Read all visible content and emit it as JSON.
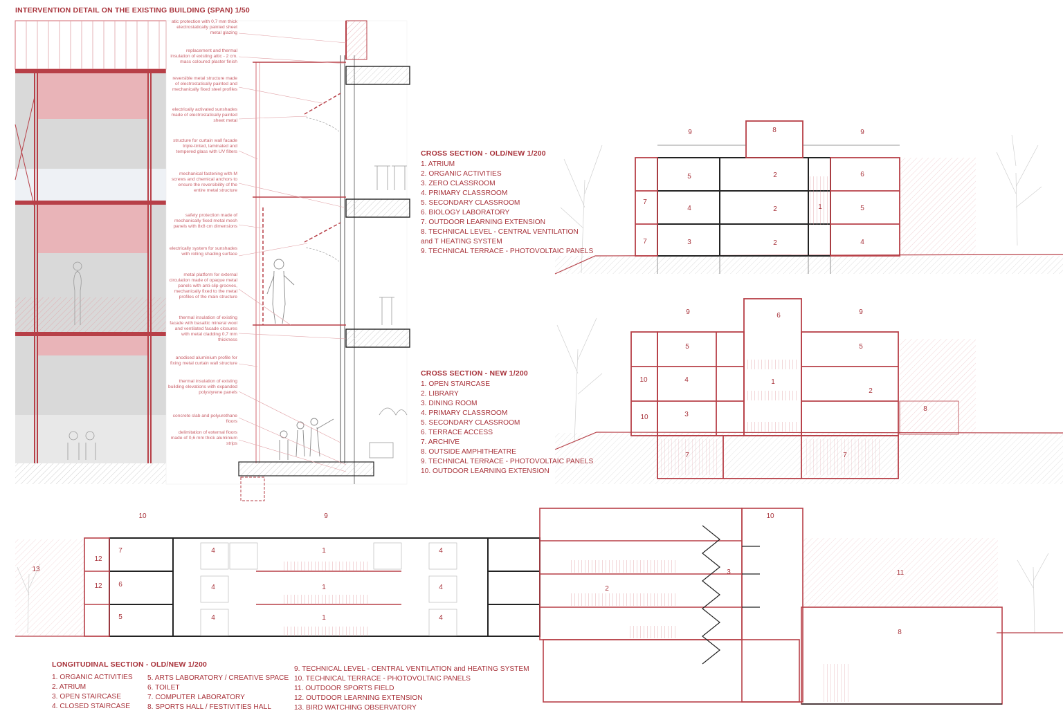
{
  "detail": {
    "title": "INTERVENTION DETAIL ON THE EXISTING BUILDING (SPAN) 1/50",
    "annotations": [
      "atic protection with 0,7 mm thick electrostatically painted sheet metal glazing",
      "replacement and thermal insulation of existing attic - 2 cm. mass coloured plaster finish",
      "reversible metal structure made of electrostatically painted and mechanically fixed steel profiles",
      "electrically activated sunshades made of electrostatically painted sheet metal",
      "structure for curtain wall facade triple-tinted, laminated and tempered glass with UV filters",
      "mechanical fastening with M screws and chemical anchors to ensure the reversibility of the entire metal structure",
      "safety protection made of mechanically fixed metal mesh panels with 8x8 cm dimensions",
      "electrically system for sunshades with rolling shading surface",
      "metal platform for external circulation made of opaque metal panels with anti-slip grooves, mechanically fixed to the metal profiles of the main structure",
      "thermal insulation of existing facade with basaltic mineral wool and ventilated facade closures with metal cladding 0,7 mm thickness",
      "anodised aluminium profile for fixing metal curtain wall structure",
      "thermal insulation of existing building elevations with expanded polystyrene panels",
      "concrete slab and polyurethane floors",
      "delimitation of external floors made of 0,6 mm thick aluminium strips"
    ]
  },
  "cross_old_new": {
    "title": "CROSS SECTION - OLD/NEW 1/200",
    "items": [
      "1.  ATRIUM",
      "2.  ORGANIC ACTIVITIES",
      "3.  ZERO CLASSROOM",
      "4.  PRIMARY CLASSROOM",
      "5.  SECONDARY CLASSROOM",
      "6.  BIOLOGY LABORATORY",
      "7.  OUTDOOR LEARNING EXTENSION",
      "8.  TECHNICAL LEVEL - CENTRAL VENTILATION",
      "     and T HEATING SYSTEM",
      "9.  TECHNICAL TERRACE - PHOTOVOLTAIC PANELS"
    ],
    "labels": [
      "9",
      "8",
      "9",
      "5",
      "2",
      "6",
      "1",
      "7",
      "4",
      "2",
      "5",
      "7",
      "3",
      "2",
      "4"
    ]
  },
  "cross_new": {
    "title": "CROSS SECTION - NEW 1/200",
    "items": [
      "1.  OPEN STAIRCASE",
      "2.  LIBRARY",
      "3.  DINING ROOM",
      "4.  PRIMARY CLASSROOM",
      "5.  SECONDARY CLASSROOM",
      "6.  TERRACE ACCESS",
      "7.  ARCHIVE",
      "8.  OUTSIDE AMPHITHEATRE",
      "9.  TECHNICAL TERRACE - PHOTOVOLTAIC PANELS",
      "10.  OUTDOOR LEARNING EXTENSION"
    ],
    "labels": [
      "9",
      "6",
      "9",
      "5",
      "5",
      "10",
      "4",
      "1",
      "2",
      "10",
      "3",
      "8",
      "7",
      "7"
    ]
  },
  "longitudinal": {
    "title": "LONGITUDINAL SECTION - OLD/NEW 1/200",
    "col1": [
      "1.  ORGANIC ACTIVITIES",
      "2.  ATRIUM",
      "3.  OPEN STAIRCASE",
      "4.  CLOSED STAIRCASE"
    ],
    "col2": [
      "5.  ARTS LABORATORY / CREATIVE SPACE",
      "6.  TOILET",
      "7.  COMPUTER LABORATORY",
      "8.  SPORTS HALL / FESTIVITIES HALL"
    ],
    "col3": [
      "9.  TECHNICAL LEVEL - CENTRAL VENTILATION and HEATING SYSTEM",
      "10.  TECHNICAL TERRACE - PHOTOVOLTAIC PANELS",
      "11.  OUTDOOR SPORTS FIELD",
      "12.  OUTDOOR LEARNING EXTENSION",
      "13.  BIRD WATCHING OBSERVATORY"
    ],
    "labels": [
      "10",
      "9",
      "10",
      "7",
      "4",
      "1",
      "4",
      "12",
      "13",
      "6",
      "4",
      "1",
      "4",
      "3",
      "2",
      "11",
      "12",
      "5",
      "4",
      "1",
      "4",
      "8"
    ]
  },
  "colors": {
    "accent": "#a8323a",
    "light_accent": "#e9b4b8",
    "line": "#555555"
  }
}
